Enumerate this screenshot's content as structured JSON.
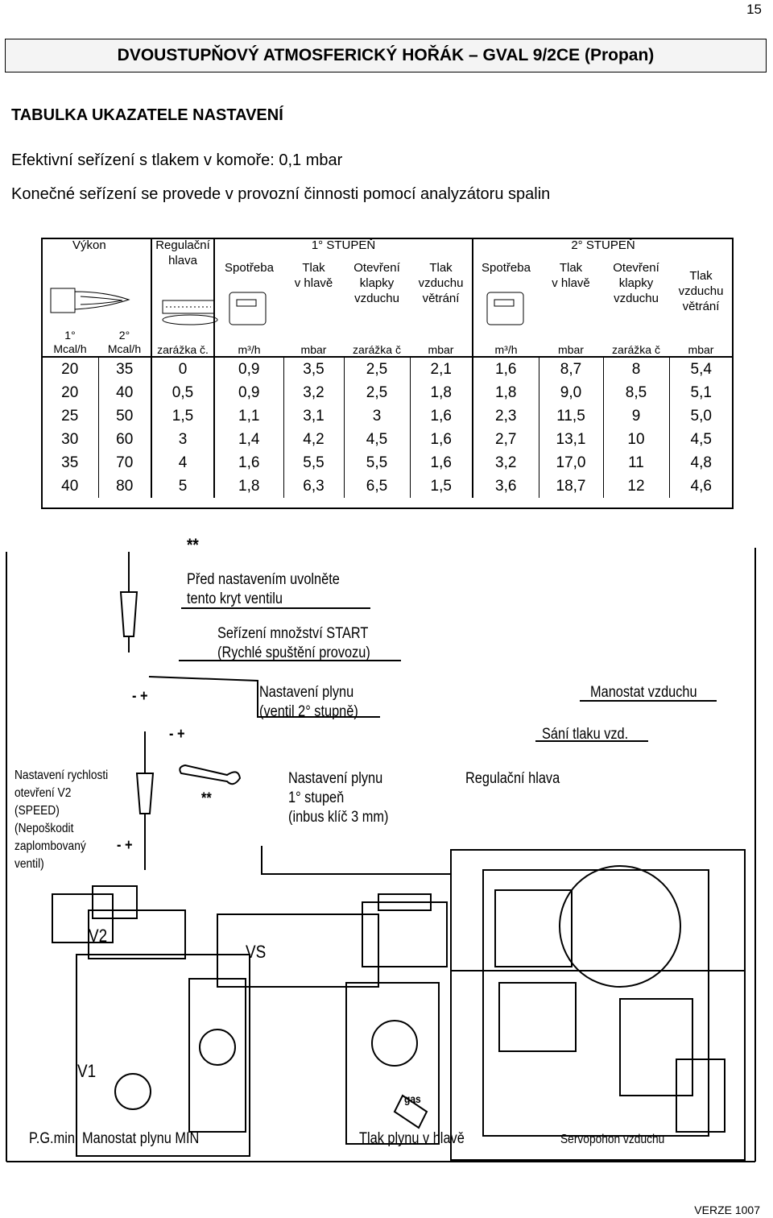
{
  "page": {
    "number": "15",
    "footer_version": "VERZE 1007"
  },
  "title": "DVOUSTUPŇOVÝ ATMOSFERICKÝ HOŘÁK – GVAL 9/2CE (Propan)",
  "subtitle": "TABULKA UKAZATELE NASTAVENÍ",
  "lines": [
    "Efektivní seřízení s tlakem v komoře: 0,1 mbar",
    "Konečné seřízení se provede v provozní činnosti pomocí analyzátoru spalin"
  ],
  "table": {
    "group_vykon": "Výkon",
    "group_regulacni": "Regulační\nhlava",
    "stage1": "1° STUPEŇ",
    "stage2": "2° STUPEŇ",
    "col_spotreba": "Spotřeba",
    "col_tlak_hlave": "Tlak\nv hlavě",
    "col_otevreni": "Otevření\nklapky\nvzduchu",
    "col_tlak_vzduchu": "Tlak\nvzduchu\nvětrání",
    "units": [
      "1°\nMcal/h",
      "2°\nMcal/h",
      "zarážka č.",
      "m³/h",
      "mbar",
      "zarážka č",
      "mbar",
      "m³/h",
      "mbar",
      "zarážka č",
      "mbar"
    ],
    "rows": [
      [
        "20",
        "35",
        "0",
        "0,9",
        "3,5",
        "2,5",
        "2,1",
        "1,6",
        "8,7",
        "8",
        "5,4"
      ],
      [
        "20",
        "40",
        "0,5",
        "0,9",
        "3,2",
        "2,5",
        "1,8",
        "1,8",
        "9,0",
        "8,5",
        "5,1"
      ],
      [
        "25",
        "50",
        "1,5",
        "1,1",
        "3,1",
        "3",
        "1,6",
        "2,3",
        "11,5",
        "9",
        "5,0"
      ],
      [
        "30",
        "60",
        "3",
        "1,4",
        "4,2",
        "4,5",
        "1,6",
        "2,7",
        "13,1",
        "10",
        "4,5"
      ],
      [
        "35",
        "70",
        "4",
        "1,6",
        "5,5",
        "5,5",
        "1,6",
        "3,2",
        "17,0",
        "11",
        "4,8"
      ],
      [
        "40",
        "80",
        "5",
        "1,8",
        "6,3",
        "6,5",
        "1,5",
        "3,6",
        "18,7",
        "12",
        "4,6"
      ]
    ]
  },
  "diagram": {
    "stars": "**",
    "label_cover": "Před nastavením uvolněte\ntento kryt ventilu",
    "label_start": "Seřízení množství START\n(Rychlé spuštění provozu)",
    "label_gas2": "Nastavení plynu\n(ventil 2° stupně)",
    "label_manostat": "Manostat vzduchu",
    "label_sani": "Sání tlaku vzd.",
    "label_speed": "Nastavení rychlosti\notevření V2\n(SPEED)\n(Nepoškodit\nzaplombovaný\nventil)",
    "label_gas1": "Nastavení plynu\n1° stupeň\n(inbus klíč 3 mm)",
    "label_regulacni": "Regulační hlava",
    "label_pgmin": "P.G.min. Manostat plynu MIN",
    "label_tlak_plynu": "Tlak plynu v hlavě",
    "label_servo": "Servopohon vzduchu",
    "mark_v2": "V2",
    "mark_v1": "V1",
    "mark_vs": "VS",
    "mark_gas": "gas",
    "mark_stars2": "**",
    "adj_sign": "- +"
  }
}
